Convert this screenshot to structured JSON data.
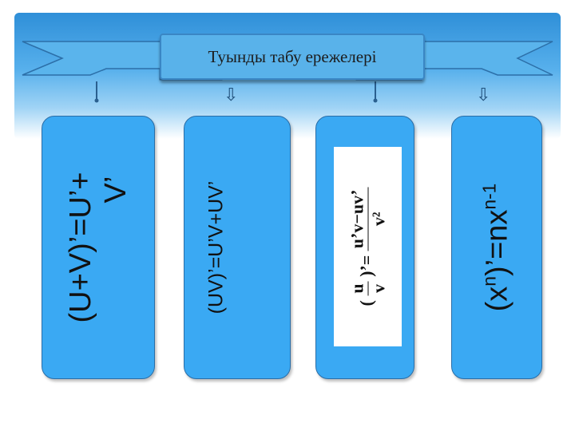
{
  "title": "Туынды табу ережелері",
  "rules": [
    {
      "line1": "(U+V)’=U’+",
      "line2": "V’"
    },
    {
      "text": "(UV)’=U’V+UV’"
    },
    {
      "lhs": "(",
      "num": "u",
      "den": "v",
      "rhs": ")’=",
      "frac_num": "u’v−uv’",
      "frac_den": "v²"
    },
    {
      "prefix": "(x",
      "sup1": "n",
      "middle": ")’=nx",
      "sup2": "n-1"
    }
  ],
  "arrow_glyph": "⇩",
  "colors": {
    "banner_top": "#2f8fd8",
    "card": "#3aa9f3",
    "card_border": "#2a6ea8",
    "title_box": "#59b2ea"
  }
}
